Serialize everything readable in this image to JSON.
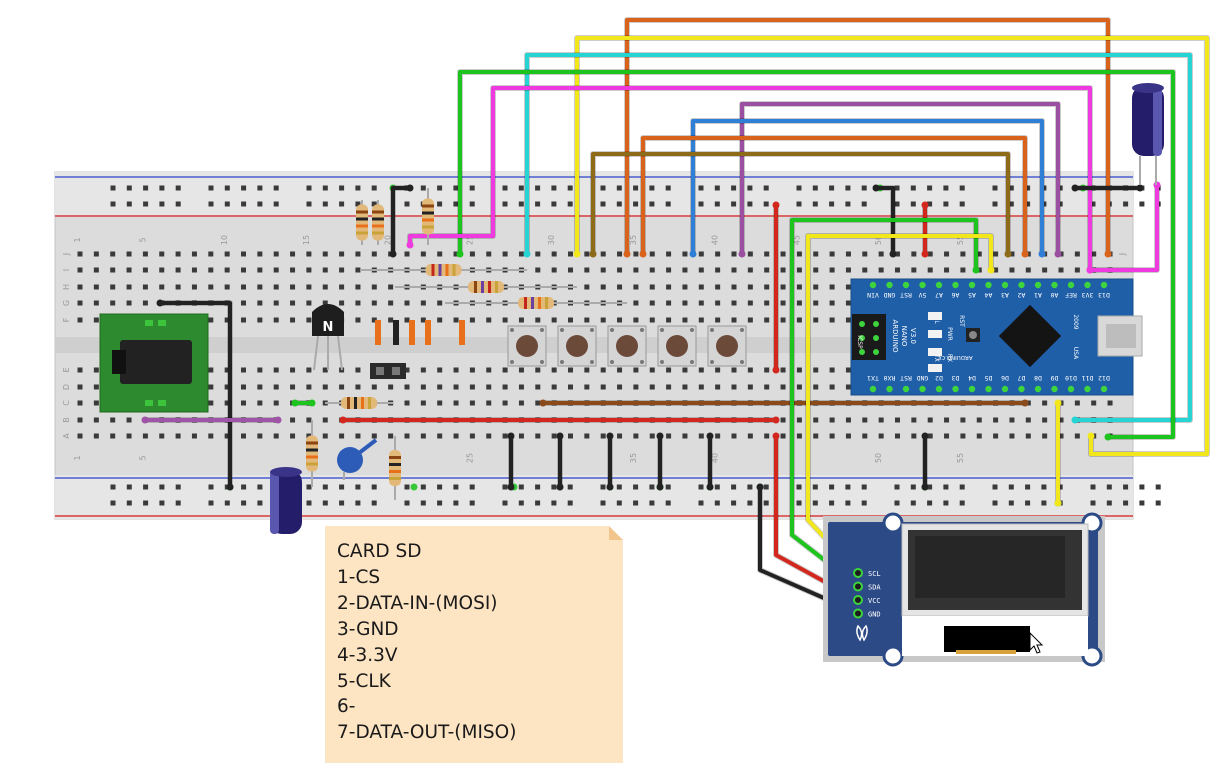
{
  "breadboard": {
    "column_numbers_top": [
      "1",
      "5",
      "10",
      "15",
      "20",
      "25",
      "30",
      "35",
      "40",
      "45",
      "50",
      "55"
    ],
    "column_numbers_bottom": [
      "1",
      "5",
      "25",
      "35",
      "40",
      "50",
      "55"
    ],
    "row_letters_top": [
      "J",
      "I",
      "H",
      "G",
      "F"
    ],
    "row_letters_bottom": [
      "E",
      "D",
      "C",
      "B",
      "A"
    ]
  },
  "components": {
    "transistor_label": "N",
    "arduino": {
      "top_pins": [
        "D12",
        "D11",
        "D10",
        "D9",
        "D8",
        "D7",
        "D6",
        "D5",
        "D4",
        "D3",
        "D2",
        "GND",
        "RST",
        "RX0",
        "TX1"
      ],
      "top_pins_display": [
        "D12",
        "D11",
        "D10",
        "D9",
        "D8",
        "D7",
        "D6",
        "D5",
        "D4",
        "D3",
        "D2",
        "GND",
        "RST",
        "RX0",
        "TX1"
      ],
      "bottom_pins": [
        "D13",
        "3V3",
        "REF",
        "A0",
        "A1",
        "A2",
        "A3",
        "A4",
        "A5",
        "A6",
        "A7",
        "5V",
        "RST",
        "GND",
        "VIN"
      ],
      "board_text": [
        "ARDUINO",
        "NANO",
        "V3.0"
      ],
      "small_labels": [
        "ICSP",
        "L",
        "PWR",
        "TX",
        "RX",
        "RST",
        "2009",
        "USA"
      ],
      "site_text": "ARDUINO.CC"
    },
    "oled": {
      "pins": [
        "SCL",
        "SDA",
        "VCC",
        "GND"
      ]
    }
  },
  "note": {
    "lines": [
      "CARD SD",
      "1-CS",
      "2-DATA-IN-(MOSI)",
      "3-GND",
      "4-3.3V",
      "5-CLK",
      "6-",
      "7-DATA-OUT-(MISO)"
    ]
  },
  "colors": {
    "wire_orange": "#d9631b",
    "wire_yellow": "#f2e71a",
    "wire_cyan": "#27d4d4",
    "wire_green": "#1ec41e",
    "wire_magenta": "#ef3ae0",
    "wire_blue": "#2f7fd6",
    "wire_purple": "#9a4fa0",
    "wire_brown": "#8d6b18",
    "wire_red": "#d3261d",
    "wire_black": "#222222",
    "arduino_blue": "#1f5fa8",
    "oled_blue": "#2c4a86",
    "note_bg": "#fde4c3"
  }
}
